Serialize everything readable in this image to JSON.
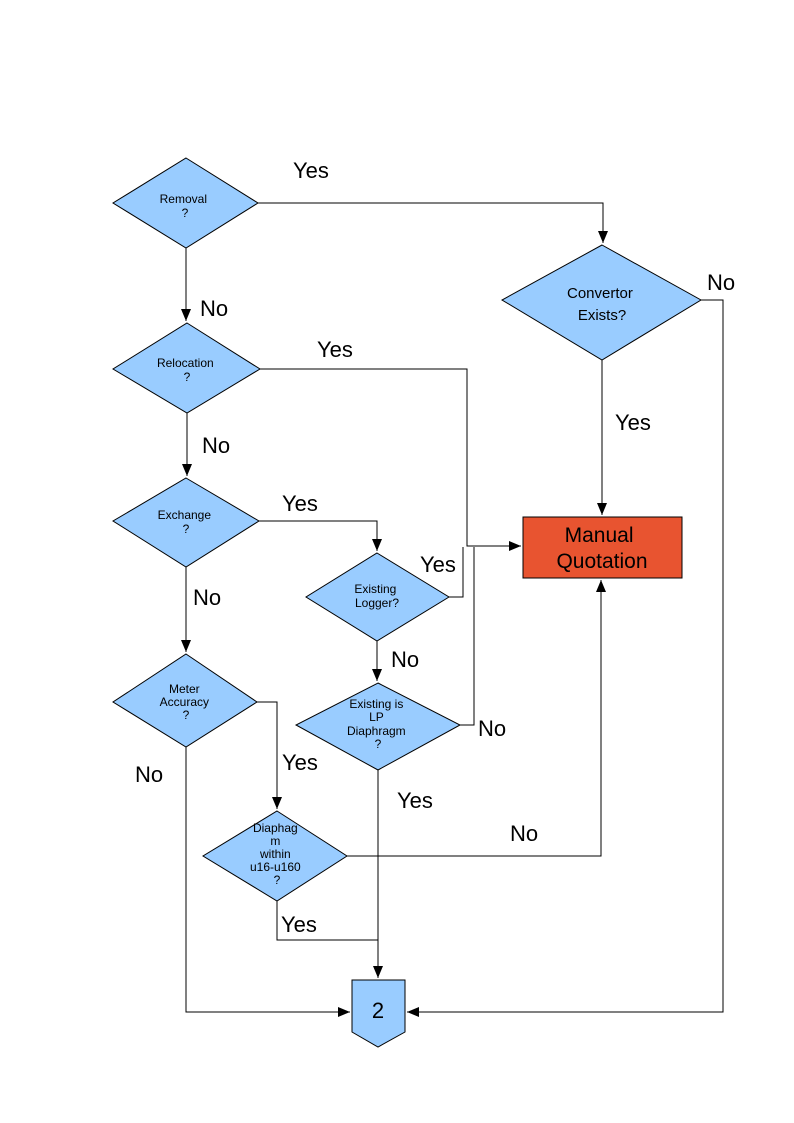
{
  "colors": {
    "node_fill": "#99CCFF",
    "process_fill": "#E85430",
    "line": "#000000"
  },
  "nodes": {
    "removal": {
      "type": "decision",
      "lines": [
        "Removal",
        "?"
      ]
    },
    "relocation": {
      "type": "decision",
      "lines": [
        "Relocation",
        "?"
      ]
    },
    "exchange": {
      "type": "decision",
      "lines": [
        "Exchange",
        "?"
      ]
    },
    "meter_accuracy": {
      "type": "decision",
      "lines": [
        "Meter",
        "Accuracy",
        "?"
      ]
    },
    "existing_logger": {
      "type": "decision",
      "lines": [
        "Existing",
        "Logger?"
      ]
    },
    "existing_lp_diaphragm": {
      "type": "decision",
      "lines": [
        "Existing is",
        "LP",
        "Diaphragm",
        "?"
      ]
    },
    "diaphragm_within": {
      "type": "decision",
      "lines": [
        "Diaphag",
        "m",
        "within",
        "u16-u160",
        "?"
      ]
    },
    "convertor_exists": {
      "type": "decision",
      "lines": [
        "Convertor",
        "Exists?"
      ]
    },
    "manual_quotation": {
      "type": "process",
      "lines": [
        "Manual",
        "Quotation"
      ]
    },
    "connector_2": {
      "type": "off-page-connector",
      "label": "2"
    }
  },
  "edge_labels": {
    "removal_yes": "Yes",
    "removal_no": "No",
    "convertor_no": "No",
    "convertor_yes": "Yes",
    "relocation_yes": "Yes",
    "relocation_no": "No",
    "exchange_yes": "Yes",
    "exchange_no": "No",
    "existing_logger_yes": "Yes",
    "existing_logger_no": "No",
    "existing_lp_no": "No",
    "existing_lp_yes": "Yes",
    "meter_accuracy_yes": "Yes",
    "meter_accuracy_no": "No",
    "diaphragm_yes": "Yes",
    "diaphragm_no": "No"
  }
}
